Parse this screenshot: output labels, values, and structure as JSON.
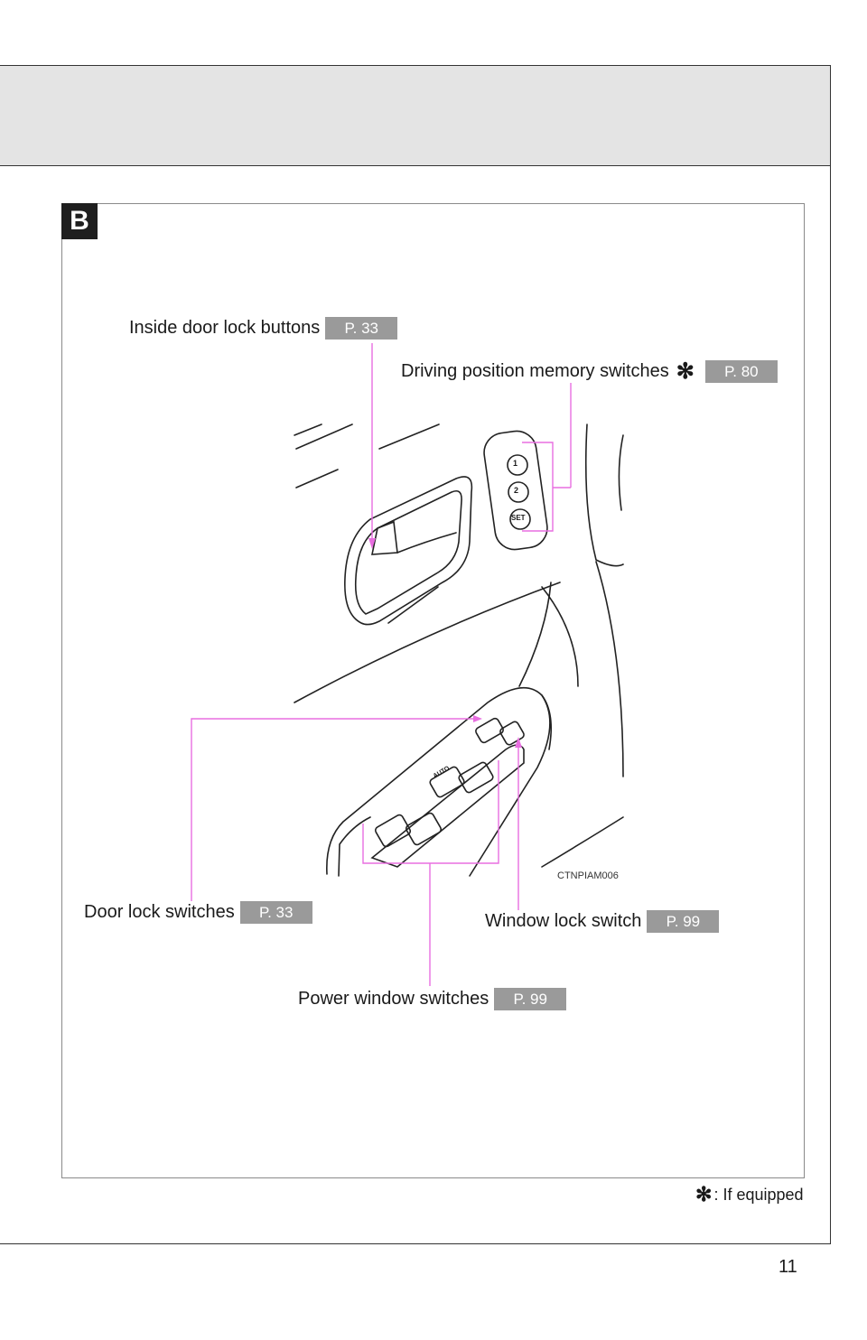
{
  "section": {
    "badge": "B"
  },
  "callouts": {
    "inside_door_lock": {
      "label": "Inside door lock buttons",
      "page_ref": "P. 33"
    },
    "memory_switches": {
      "label": "Driving position memory switches",
      "marker": "✻",
      "page_ref": "P. 80"
    },
    "door_lock_switches": {
      "label": "Door lock switches",
      "page_ref": "P. 33"
    },
    "window_lock_switch": {
      "label": "Window lock switch",
      "page_ref": "P. 99"
    },
    "power_window_switches": {
      "label": "Power window switches",
      "page_ref": "P. 99"
    }
  },
  "illustration": {
    "code": "CTNPIAM006",
    "memory_buttons": [
      "1",
      "2",
      "SET"
    ],
    "auto_label": "AUTO",
    "leader_color": "#e86ee0"
  },
  "footnote": {
    "marker": "✻",
    "text": ": If equipped"
  },
  "page_number": "11"
}
